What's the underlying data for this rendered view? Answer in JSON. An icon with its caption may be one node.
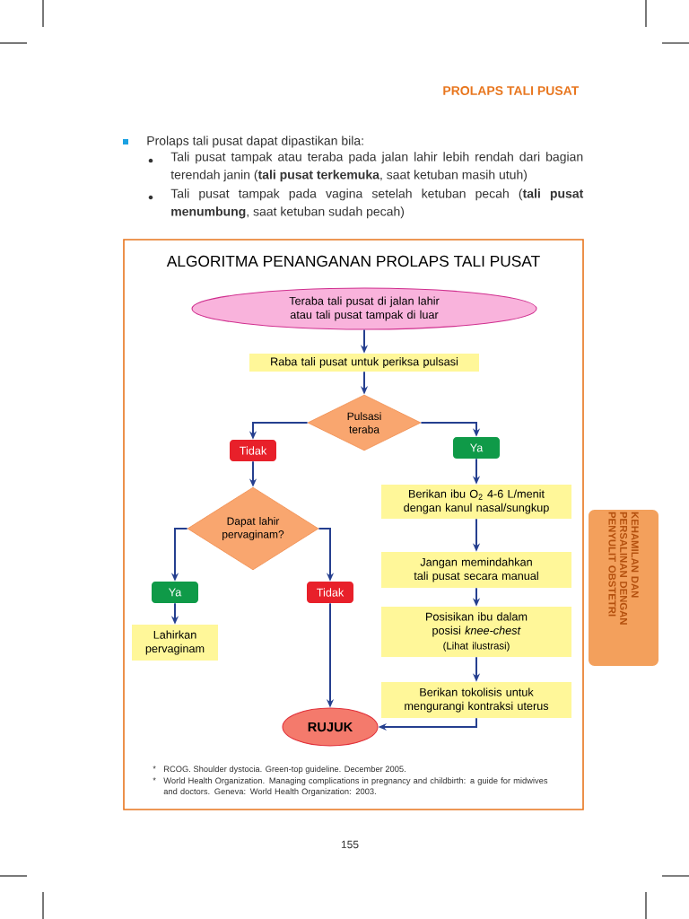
{
  "diagram": {
    "title": "ALGORITMA PENANGANAN PROLAPS TALI PUSAT",
    "nodes": [
      {
        "text": [
          "Teraba tali pusat di jalan lahir atau tali pusat tampak di luar"
        ]
      },
      {
        "text": [
          "Raba tali pusat untuk periksa pulsasi"
        ]
      },
      {
        "text": [
          "Pulsasi teraba"
        ]
      },
      {
        "text": [
          "Tidak"
        ]
      },
      {
        "text": [
          "Ya"
        ]
      },
      {
        "text": [
          "Dapat lahir pervaginam?"
        ]
      },
      {
        "text": [
          "Berikan ibu O$_{2}$ 4-6 L/menit dengan kanul nasal/sungkup"
        ]
      },
      {
        "text": [
          "Ya"
        ]
      },
      {
        "text": [
          "Tidak"
        ]
      },
      {
        "text": [
          "Jangan memindahkan tali pusat secara manual"
        ]
      },
      {
        "text": [
          "Lahirkan pervaginam"
        ]
      },
      {
        "text": [
          "Posisikan ibu dalam posisi *knee-chest*",
          "(Lihat ilustrasi)"
        ]
      },
      {
        "text": [
          "Berikan tokolisis untuk mengurangi kontraksi uterus"
        ]
      },
      {
        "text": [
          "RUJUK"
        ]
      }
    ],
    "edges": [
      {
        "from": 0,
        "to": 1,
        "arrow": "to"
      },
      {
        "from": 1,
        "to": 2,
        "arrow": "to"
      },
      {
        "from": 2,
        "to": 3,
        "arrow": "to"
      },
      {
        "from": 2,
        "to": 4,
        "arrow": "to"
      },
      {
        "from": 3,
        "to": 5,
        "arrow": "to"
      },
      {
        "from": 4,
        "to": 6,
        "arrow": "to"
      },
      {
        "from": 5,
        "to": 7,
        "arrow": "to"
      },
      {
        "from": 5,
        "to": 8,
        "arrow": "to"
      },
      {
        "from": 6,
        "to": 9,
        "arrow": "to"
      },
      {
        "from": 7,
        "to": 10,
        "arrow": "to"
      },
      {
        "from": 9,
        "to": 11,
        "arrow": "to"
      },
      {
        "from": 11,
        "to": 12,
        "arrow": "to"
      },
      {
        "from": 8,
        "to": 13,
        "arrow": "to"
      },
      {
        "from": 12,
        "to": 13,
        "arrow": "to"
      }
    ],
    "labels": [
      "PROLAPS TALI PUSAT",
      "Prolaps tali pusat dapat dipastikan bila:",
      "Tali pusat tampak atau teraba pada jalan lahir lebih rendah dari bagian terendah janin (**tali pusat terkemuka**, saat ketuban masih utuh)",
      "Tali pusat tampak pada vagina setelah ketuban pecah (**tali pusat menumbung**, saat ketuban sudah pecah)",
      "KEHAMILAN DAN PERSALINAN DENGAN PENYULIT OBSTETRI",
      "*",
      "RCOG. Shoulder dystocia. Green-top guideline. December 2005.",
      "*",
      "World Health Organization. Managing complications in pregnancy and childbirth: a guide for midwives and doctors. Geneva: World Health Organization: 2003.",
      "155"
    ]
  }
}
